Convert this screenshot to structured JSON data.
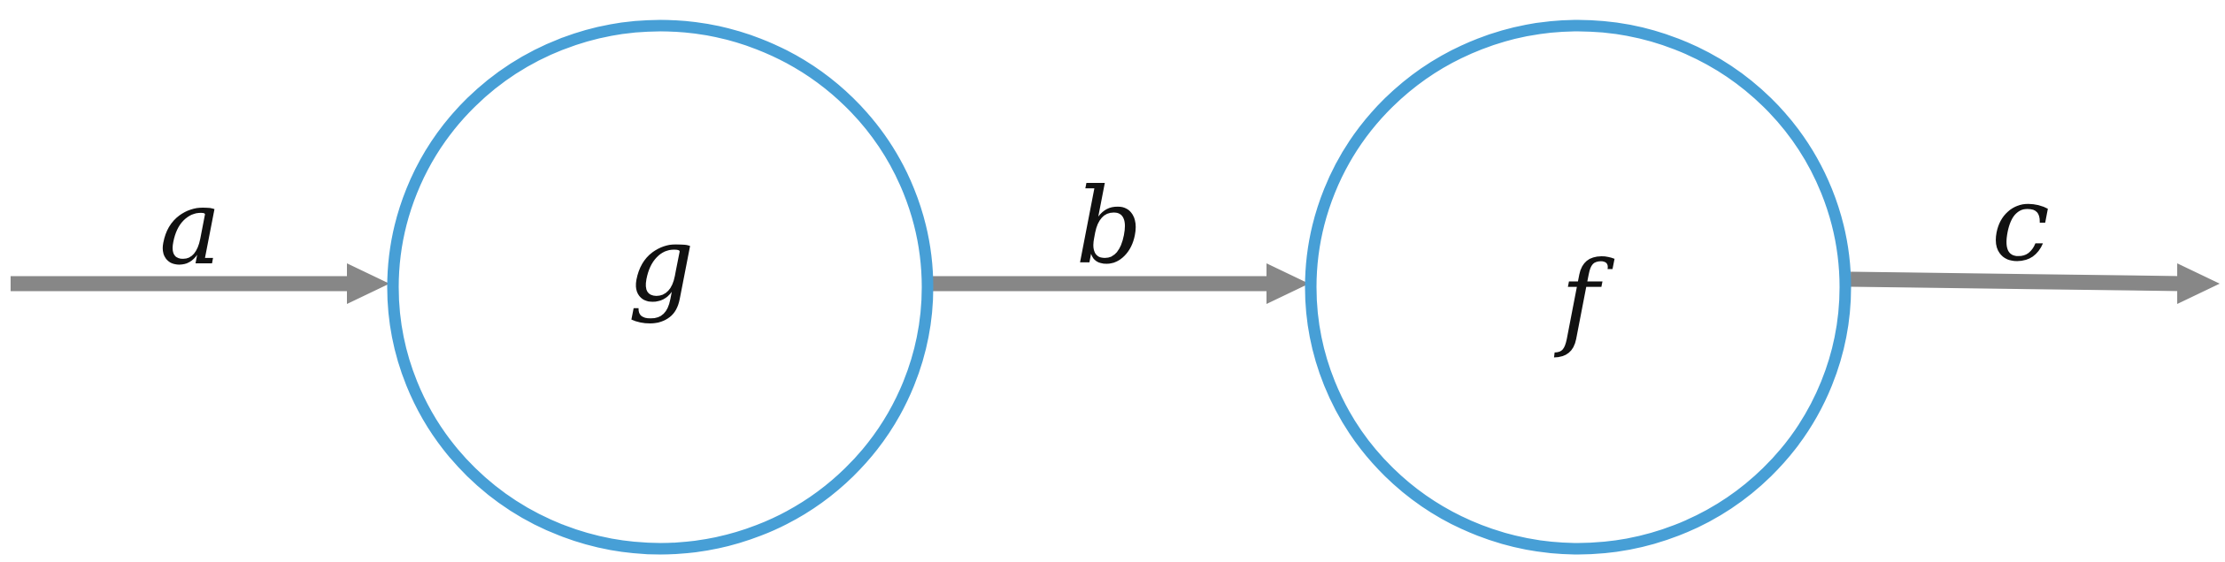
{
  "colors": {
    "node_stroke": "#479fd6",
    "edge": "#878787",
    "text": "#111111",
    "background": "#ffffff"
  },
  "nodes": [
    {
      "id": "g",
      "label": "g"
    },
    {
      "id": "f",
      "label": "f"
    }
  ],
  "edges": [
    {
      "id": "a",
      "label": "a",
      "from": "",
      "to": "g"
    },
    {
      "id": "b",
      "label": "b",
      "from": "g",
      "to": "f"
    },
    {
      "id": "c",
      "label": "c",
      "from": "f",
      "to": ""
    }
  ]
}
